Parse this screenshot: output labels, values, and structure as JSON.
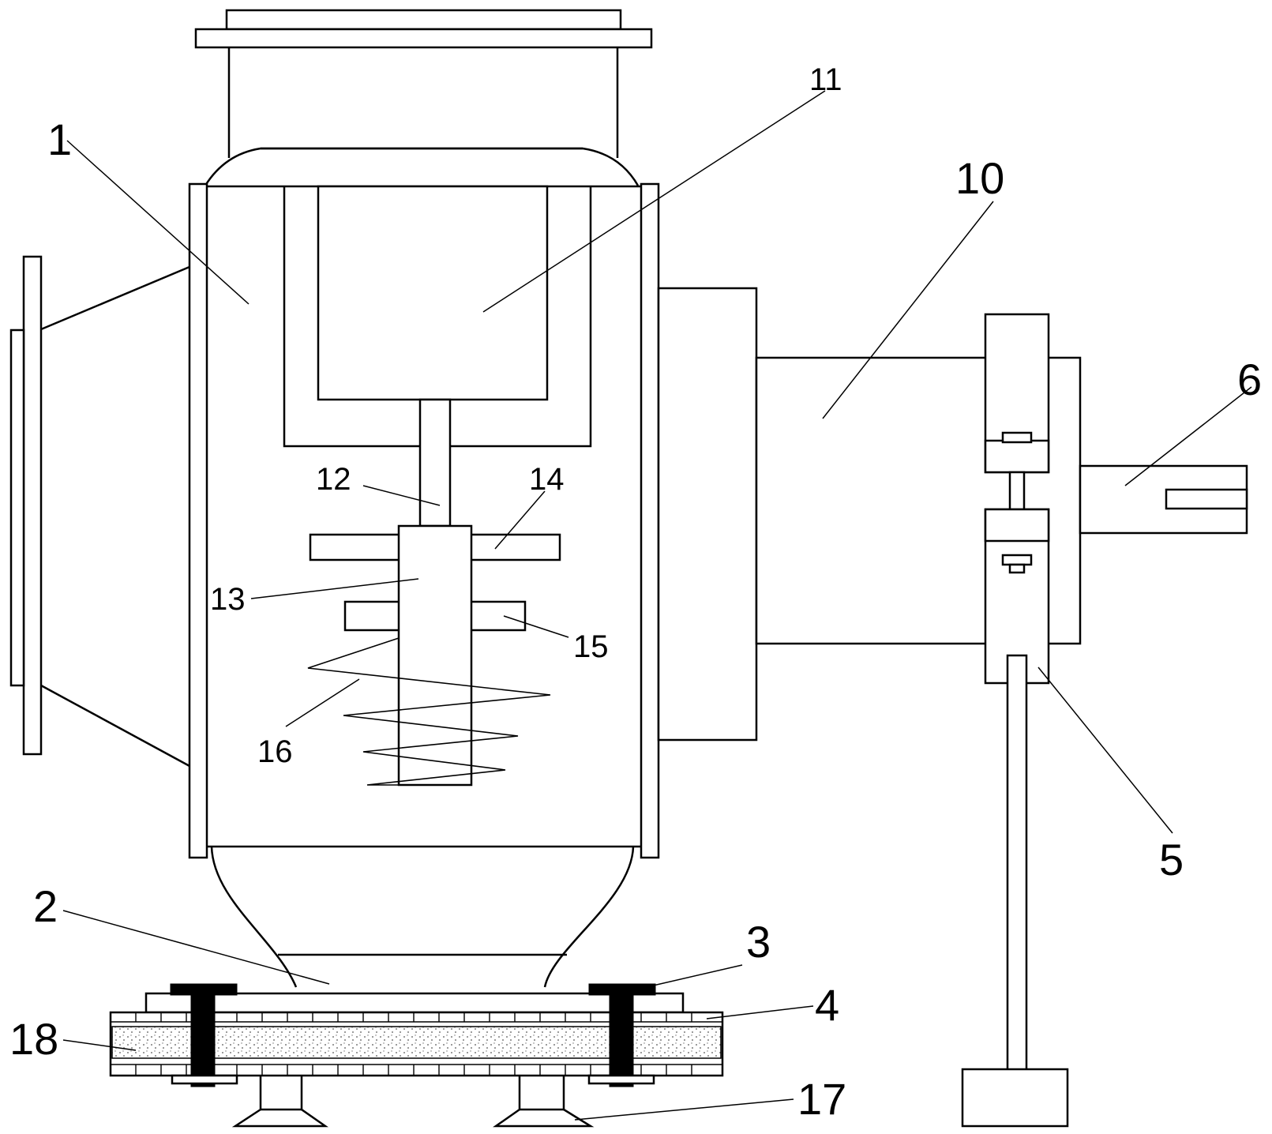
{
  "labels": {
    "l1": "1",
    "l2": "2",
    "l3": "3",
    "l4": "4",
    "l5": "5",
    "l6": "6",
    "l10": "10",
    "l11": "11",
    "l12": "12",
    "l13": "13",
    "l14": "14",
    "l15": "15",
    "l16": "16",
    "l17": "17",
    "l18": "18"
  }
}
